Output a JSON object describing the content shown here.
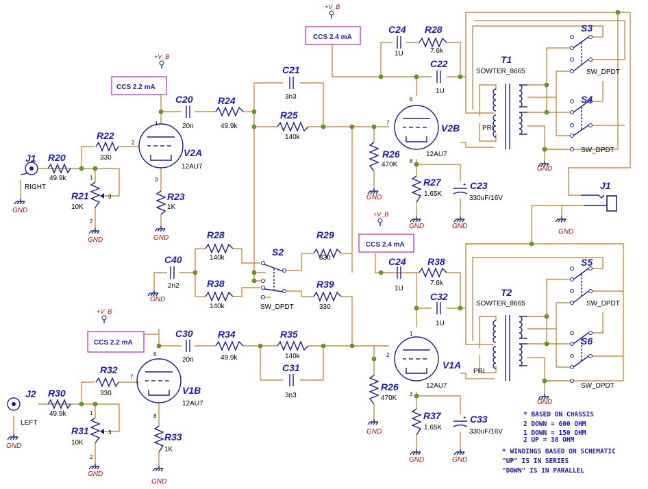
{
  "sources": {
    "ccs": [
      "CCS 2.2 mA",
      "CCS 2.4 mA",
      "CCS 2.4 mA",
      "CCS 2.2 mA"
    ],
    "vb": [
      "+V_B",
      "+V_B",
      "+V_B",
      "+V_B"
    ]
  },
  "jacks": {
    "j1_in": {
      "ref": "J1",
      "label": "RIGHT"
    },
    "j2_in": {
      "ref": "J2",
      "label": "LEFT"
    },
    "j1_out": {
      "ref": "J1"
    }
  },
  "tubes": {
    "v2a": {
      "ref": "V2A",
      "type": "12AU7",
      "pins": [
        "1",
        "2",
        "3"
      ]
    },
    "v2b": {
      "ref": "V2B",
      "type": "12AU7",
      "pins": [
        "6",
        "7",
        "8"
      ]
    },
    "v1b": {
      "ref": "V1B",
      "type": "12AU7",
      "pins": [
        "6",
        "7",
        "8"
      ]
    },
    "v1a": {
      "ref": "V1A",
      "type": "12AU7",
      "pins": [
        "1",
        "2",
        "3"
      ]
    }
  },
  "resistors": {
    "r20": {
      "ref": "R20",
      "value": "49.9k"
    },
    "r22": {
      "ref": "R22",
      "value": "330"
    },
    "r21": {
      "ref": "R21",
      "value": "10K",
      "pins": [
        "1",
        "2",
        "3"
      ]
    },
    "r23": {
      "ref": "R23",
      "value": "1K"
    },
    "r24": {
      "ref": "R24",
      "value": "49.9k"
    },
    "r25": {
      "ref": "R25",
      "value": "140k"
    },
    "r26a": {
      "ref": "R26",
      "value": "470K"
    },
    "r27": {
      "ref": "R27",
      "value": "1.65K"
    },
    "r28a": {
      "ref": "R28",
      "value": "7.6k"
    },
    "r28b": {
      "ref": "R28",
      "value": "140k"
    },
    "r38b": {
      "ref": "R38",
      "value": "140k"
    },
    "r29": {
      "ref": "R29",
      "value": "330"
    },
    "r39": {
      "ref": "R39",
      "value": "330"
    },
    "r38a": {
      "ref": "R38",
      "value": "7.6k"
    },
    "r30": {
      "ref": "R30",
      "value": "49.9k"
    },
    "r32": {
      "ref": "R32",
      "value": "330"
    },
    "r31": {
      "ref": "R31",
      "value": "10K",
      "pins": [
        "1",
        "2",
        "3"
      ]
    },
    "r33": {
      "ref": "R33",
      "value": "1K"
    },
    "r34": {
      "ref": "R34",
      "value": "49.9k"
    },
    "r35": {
      "ref": "R35",
      "value": "140k"
    },
    "r26b": {
      "ref": "R26",
      "value": "470K"
    },
    "r37": {
      "ref": "R37",
      "value": "1.65K"
    }
  },
  "capacitors": {
    "c20": {
      "ref": "C20",
      "value": "20n"
    },
    "c21": {
      "ref": "C21",
      "value": "3n3"
    },
    "c24a": {
      "ref": "C24",
      "value": "1U"
    },
    "c22": {
      "ref": "C22",
      "value": "1U"
    },
    "c23": {
      "ref": "C23",
      "value": "330uF/16V"
    },
    "c40": {
      "ref": "C40",
      "value": "2n2"
    },
    "c24b": {
      "ref": "C24",
      "value": "1U"
    },
    "c32": {
      "ref": "C32",
      "value": "1U"
    },
    "c30": {
      "ref": "C30",
      "value": "20n"
    },
    "c31": {
      "ref": "C31",
      "value": "3n3"
    },
    "c33": {
      "ref": "C33",
      "value": "330uF/16V"
    }
  },
  "switches": {
    "s2": {
      "ref": "S2",
      "type": "SW_DPDT"
    },
    "s3": {
      "ref": "S3",
      "type": "SW_DPDT"
    },
    "s4": {
      "ref": "S4",
      "type": "SW_DPDT"
    },
    "s5": {
      "ref": "S5",
      "type": "SW_DPDT"
    },
    "s6": {
      "ref": "S6",
      "type": "SW_DPDT"
    }
  },
  "transformers": {
    "t1": {
      "ref": "T1",
      "model": "SOWTER_8665",
      "pri": "PRI"
    },
    "t2": {
      "ref": "T2",
      "model": "SOWTER_8665",
      "pri": "PRI"
    }
  },
  "gnd_label": "GND",
  "notes": [
    "* BASED ON CHASSIS",
    "2 DOWN = 600 OHM",
    "1 DOWN = 150 OHM",
    "2 UP   =  38 OHM",
    "* WINDINGS BASED ON SCHEMATIC",
    "\"UP\"   IS IN SERIES",
    "\"DOWN\" IS IN  PARALLEL"
  ],
  "colors": {
    "wire": "#c8781a",
    "component": "#1a1a8c",
    "ref_text": "#1a1ab4",
    "gnd_text": "#b01010",
    "ccs_box": "#c020c0",
    "node": "#6a9a20"
  }
}
